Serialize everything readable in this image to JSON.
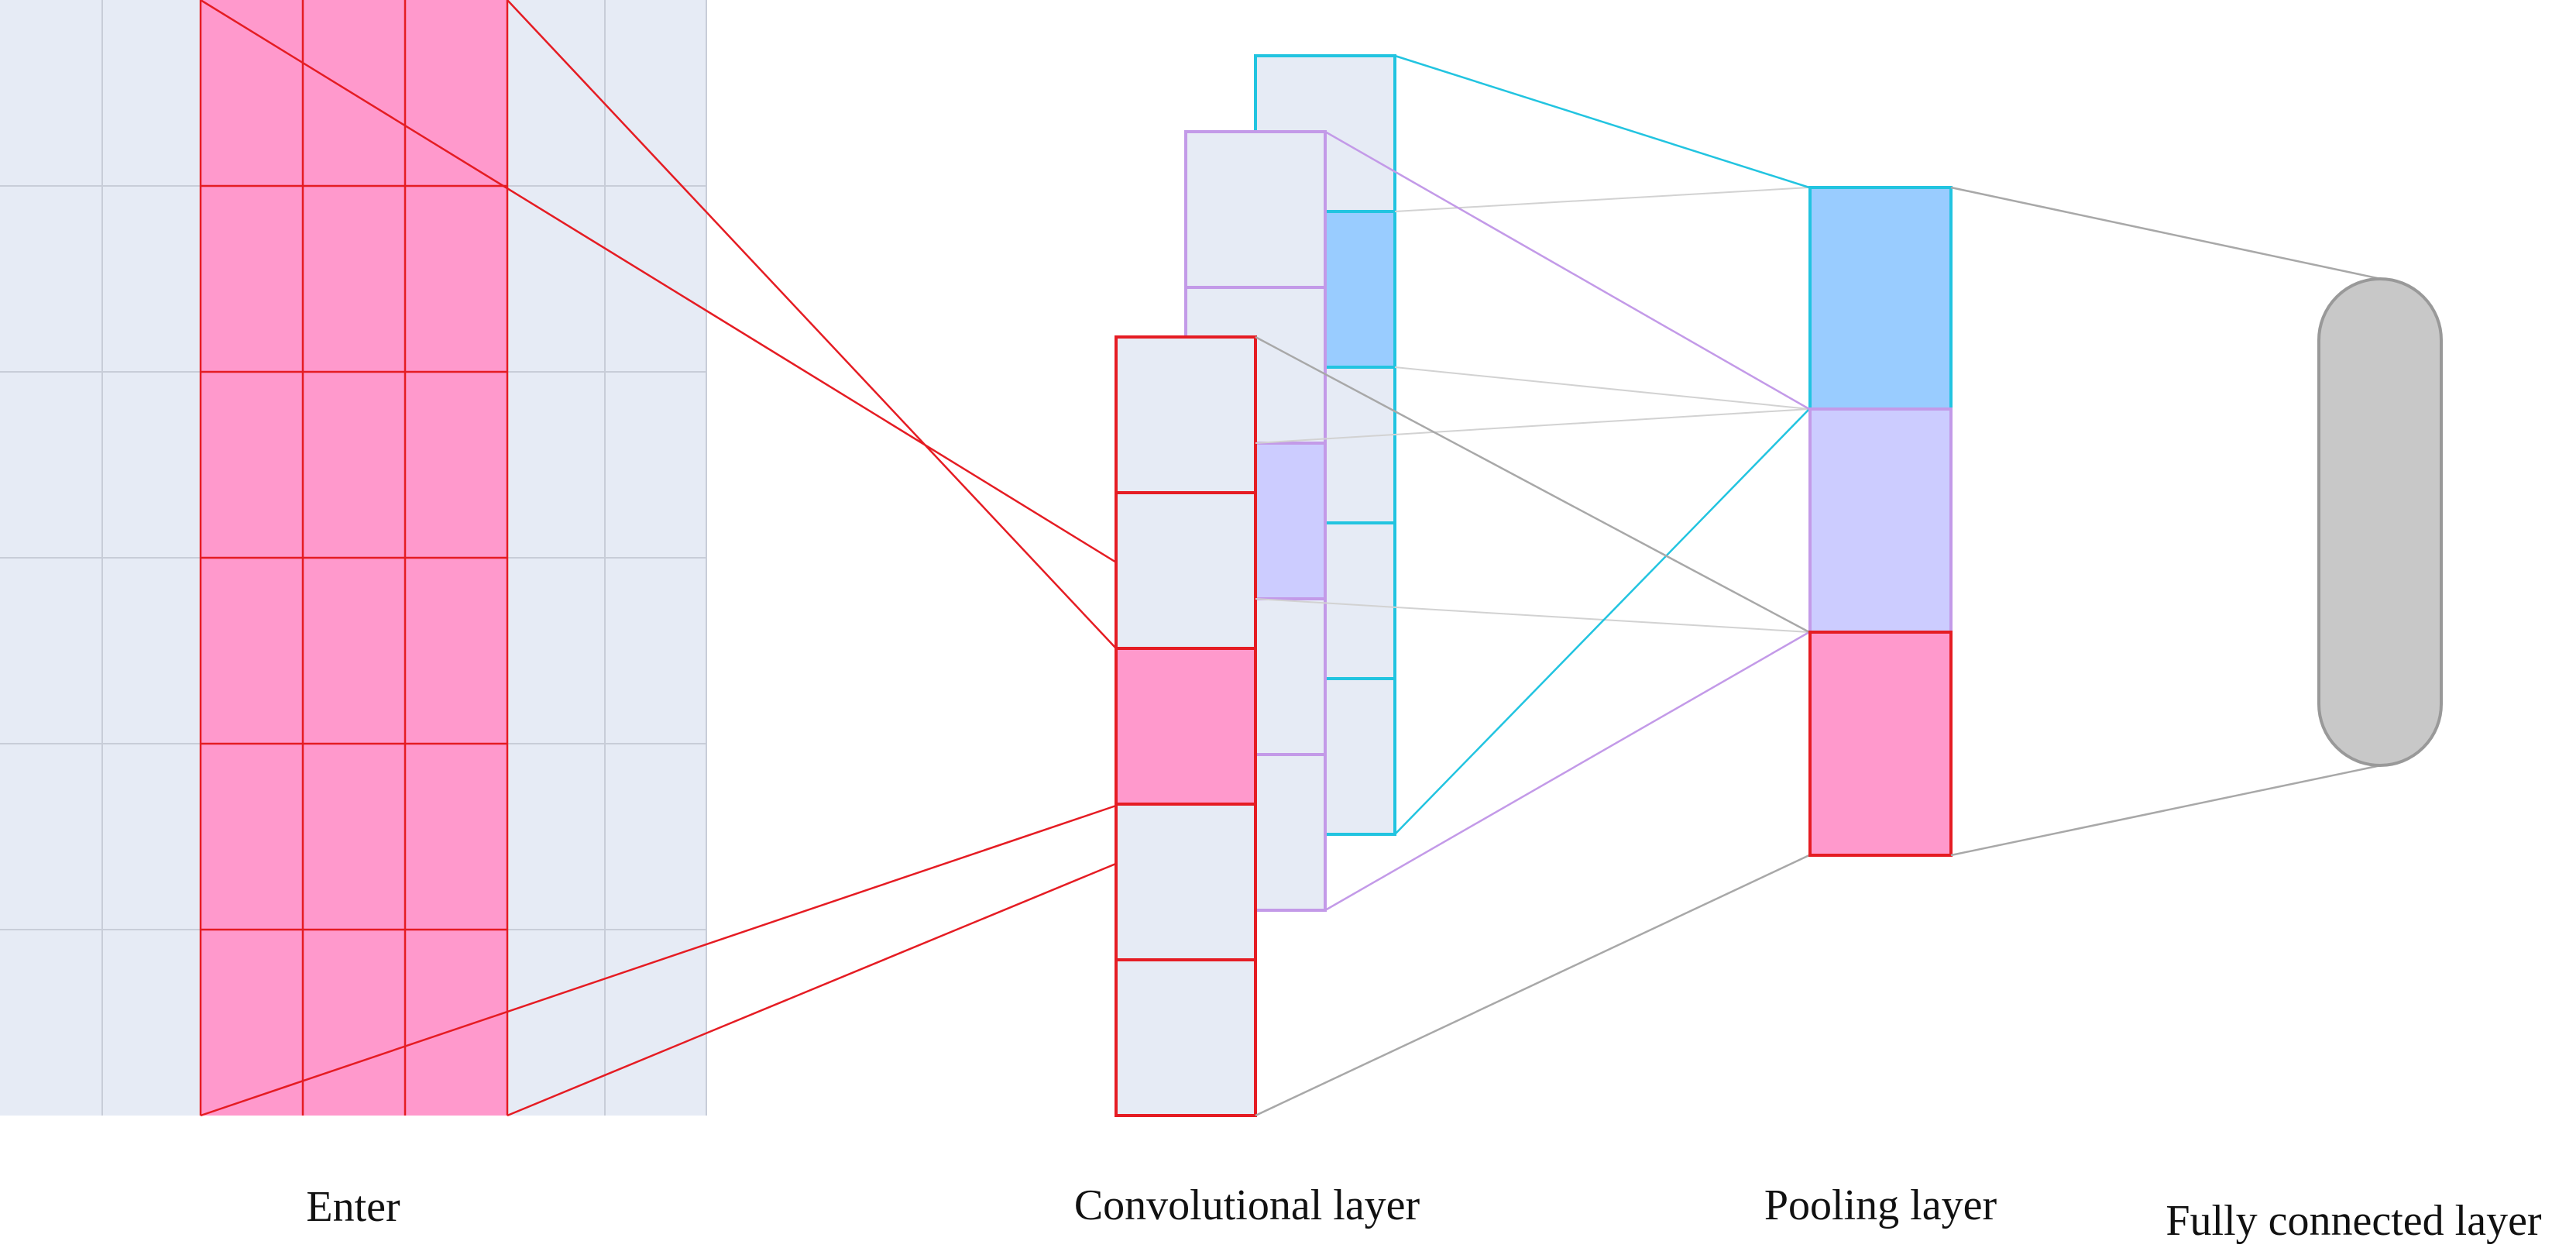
{
  "labels": {
    "input": "Enter",
    "convolutional": "Convolutional layer",
    "pooling": "Pooling layer",
    "fully_connected": "Fully connected layer"
  },
  "input_grid": {
    "rows": 6,
    "cols": 7,
    "highlighted_cols": [
      2,
      3,
      4
    ]
  },
  "conv_feature_maps": [
    {
      "name": "",
      "cells": 5,
      "highlighted_cell": 1
    },
    {
      "name": "",
      "cells": 5,
      "highlighted_cell": 2
    },
    {
      "name": "",
      "cells": 5,
      "highlighted_cell": 2
    }
  ],
  "pooling_cells": 3,
  "colors": {
    "cell_fill": "#e6ebf5",
    "grid_line": "#c8cdd8",
    "pink_fill": "#ff99cc",
    "red": "#e51c23",
    "cyan": "#22c4e0",
    "blue_fill": "#99ccff",
    "violet": "#c39ae8",
    "lavender_fill": "#ccccff",
    "gray_line": "#b4b4b4",
    "fc_fill": "#c8c8c8",
    "fc_stroke": "#999999"
  }
}
